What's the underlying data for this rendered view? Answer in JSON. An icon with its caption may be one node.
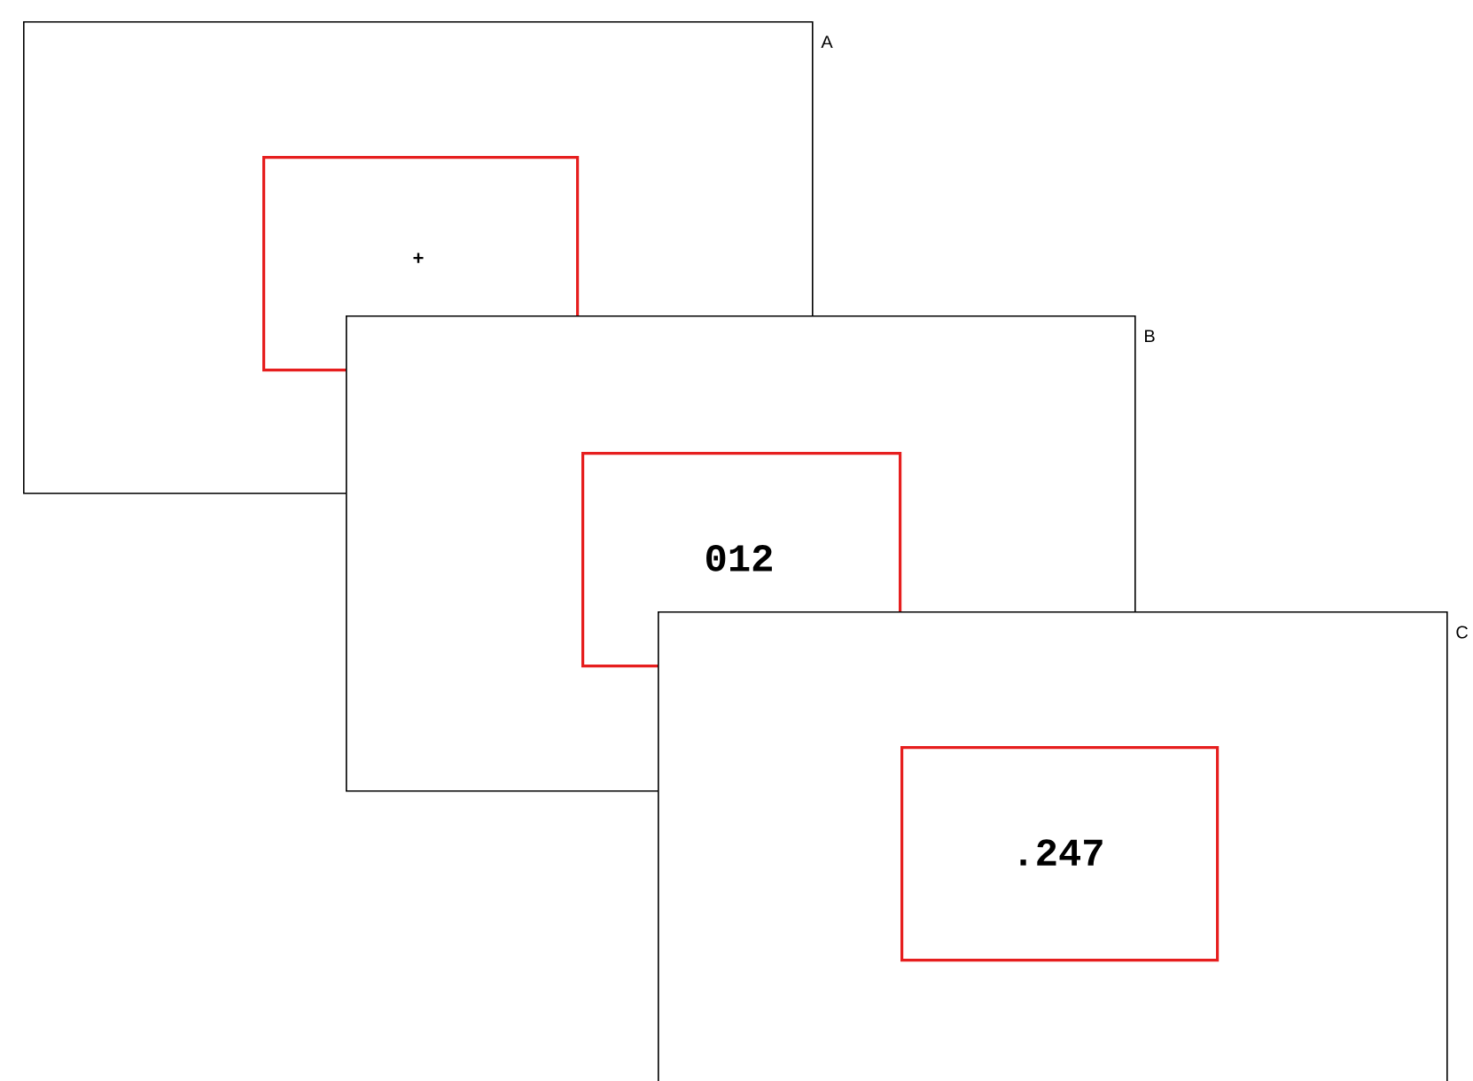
{
  "diagram": {
    "nodes": [
      {
        "text": [
          "A"
        ]
      },
      {
        "text": [
          "+"
        ],
        "in": 0
      },
      {
        "text": [
          "B"
        ]
      },
      {
        "text": [
          "012"
        ],
        "in": 2
      },
      {
        "text": [
          "C"
        ]
      },
      {
        "text": [
          ".247"
        ],
        "in": 4
      }
    ]
  }
}
